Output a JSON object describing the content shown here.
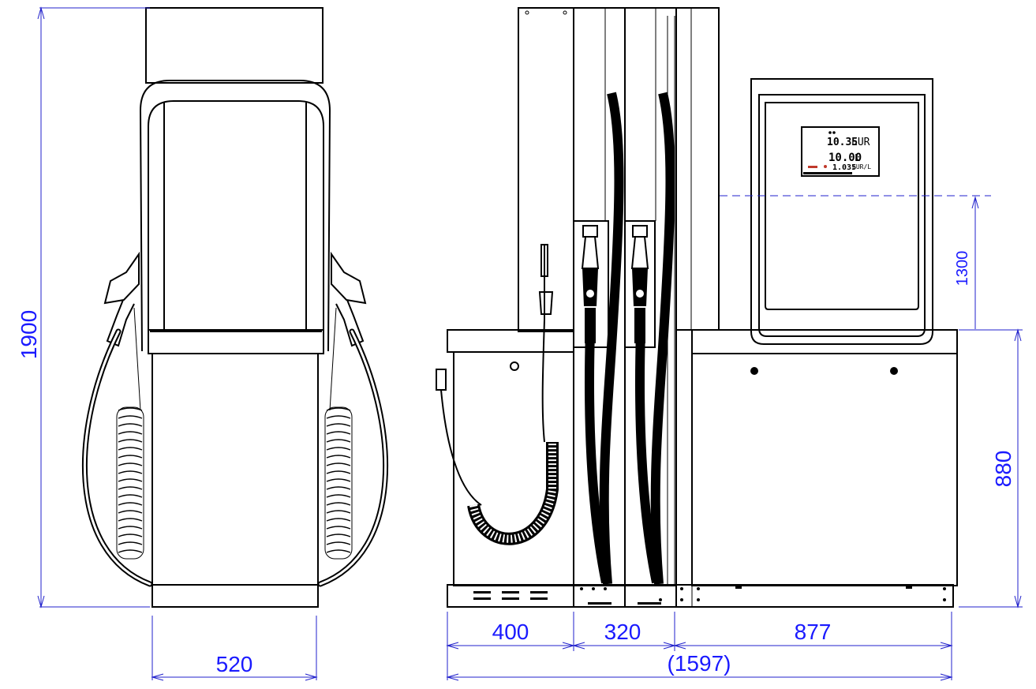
{
  "dimensions": {
    "height_total": "1900",
    "width_front": "520",
    "display_height": "1300",
    "base_height": "880",
    "seg_left": "400",
    "seg_mid": "320",
    "seg_right": "877",
    "total_length": "(1597)"
  },
  "display": {
    "price_total": "10.35",
    "currency": "EUR",
    "volume": "10.00",
    "volume_unit": "L",
    "unit_price": "1.035",
    "unit_price_label": "EUR/L"
  },
  "colors": {
    "line": "#000000",
    "dimension": "#1a1aff",
    "display_accent": "#c0392b"
  }
}
